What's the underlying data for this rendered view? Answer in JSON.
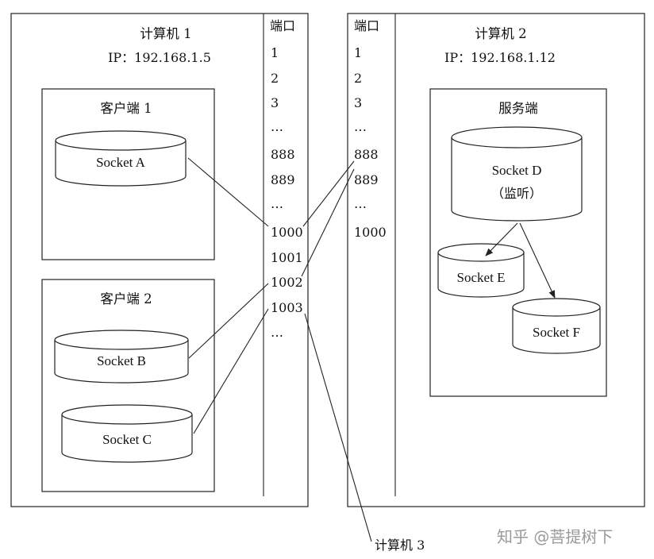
{
  "computer1": {
    "title": "计算机 1",
    "ip": "IP：192.168.1.5",
    "client1": {
      "title": "客户端 1",
      "socket": "Socket A"
    },
    "client2": {
      "title": "客户端 2",
      "socket_b": "Socket B",
      "socket_c": "Socket C"
    },
    "ports_header": "端口",
    "ports": [
      "1",
      "2",
      "3",
      "…",
      "888",
      "889",
      "…",
      "1000",
      "1001",
      "1002",
      "1003",
      "…"
    ]
  },
  "computer2": {
    "title": "计算机 2",
    "ip": "IP：192.168.1.12",
    "ports_header": "端口",
    "ports": [
      "1",
      "2",
      "3",
      "…",
      "888",
      "889",
      "…",
      "1000"
    ],
    "server": {
      "title": "服务端",
      "socket_d": "Socket D",
      "socket_d_note": "（监听）",
      "socket_e": "Socket E",
      "socket_f": "Socket F"
    }
  },
  "computer3": {
    "label": "计算机 3"
  },
  "watermark": "知乎 @菩提树下"
}
